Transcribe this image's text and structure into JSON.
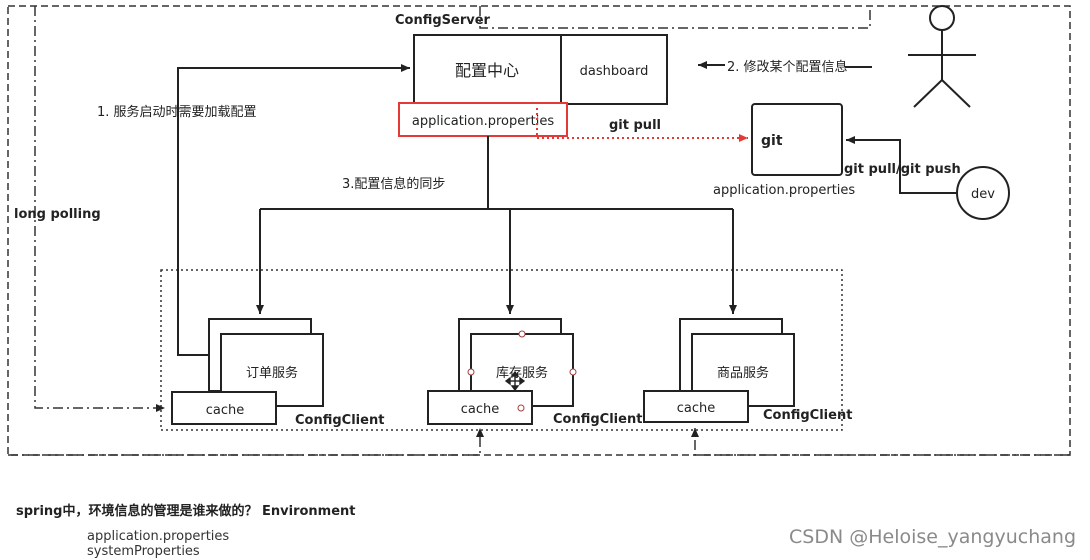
{
  "config_server": {
    "title": "ConfigServer",
    "center_label": "配置中心",
    "dashboard_label": "dashboard",
    "properties_label": "application.properties"
  },
  "git": {
    "label": "git",
    "properties_label": "application.properties",
    "pull_label": "git pull",
    "pull_push_label": "git pull/git push"
  },
  "dev": {
    "label": "dev"
  },
  "steps": {
    "step1": "1. 服务启动时需要加载配置",
    "step2": "2. 修改某个配置信息",
    "step3": "3.配置信息的同步",
    "long_polling": "long polling"
  },
  "clients": [
    {
      "service": "订单服务",
      "cache": "cache",
      "label": "ConfigClient"
    },
    {
      "service": "库存服务",
      "cache": "cache",
      "label": "ConfigClient"
    },
    {
      "service": "商品服务",
      "cache": "cache",
      "label": "ConfigClient"
    }
  ],
  "bottom": {
    "question": "spring中，环境信息的管理是谁来做的？ Environment",
    "items": [
      "application.properties",
      "systemProperties"
    ]
  },
  "watermark": "CSDN @Heloise_yangyuchang",
  "colors": {
    "highlight": "#e53935",
    "line": "#222222"
  }
}
